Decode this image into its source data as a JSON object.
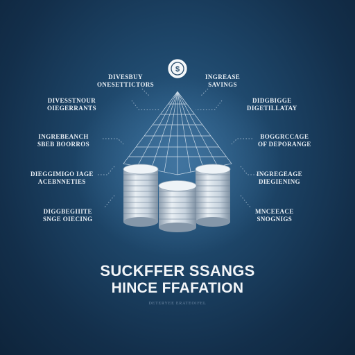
{
  "labels": {
    "top_left": [
      "DIVESBUY",
      "ONESETTICTORS"
    ],
    "top_right": [
      "INGREASE",
      "SAVINGS"
    ],
    "left_1": [
      "DIVESSTNOUR",
      "OIEGERRANTS"
    ],
    "left_2": [
      "INGREBEANCH",
      "SBEB BOORROS"
    ],
    "left_3": [
      "DIEGGIMIGO IAGE",
      "ACEBNNETIES"
    ],
    "left_4": [
      "DIGGBEGIIITE",
      "SNGE OIECING"
    ],
    "right_1": [
      "DIDGBIGGE",
      "DIGETILLATAY"
    ],
    "right_2": [
      "BOGGRCCAGE",
      "OF DEPORANGE"
    ],
    "right_3": [
      "INGREGEAGE",
      "DIEGIENING"
    ],
    "right_4": [
      "MNCEEACE",
      "SNOGNIGS"
    ]
  },
  "title_line1": "SUCKFFER SSANGS",
  "title_line2": "HINCE FFAFATION",
  "subtitle": "DETERYEE ERATEOIFEL",
  "icon": "dollar-medallion-icon",
  "colors": {
    "background": "#1d4568",
    "grid": "#dfe9f2",
    "coin_light": "#e7edf2",
    "coin_dark": "#b7c4d0",
    "connector": "#9fb6cc"
  }
}
